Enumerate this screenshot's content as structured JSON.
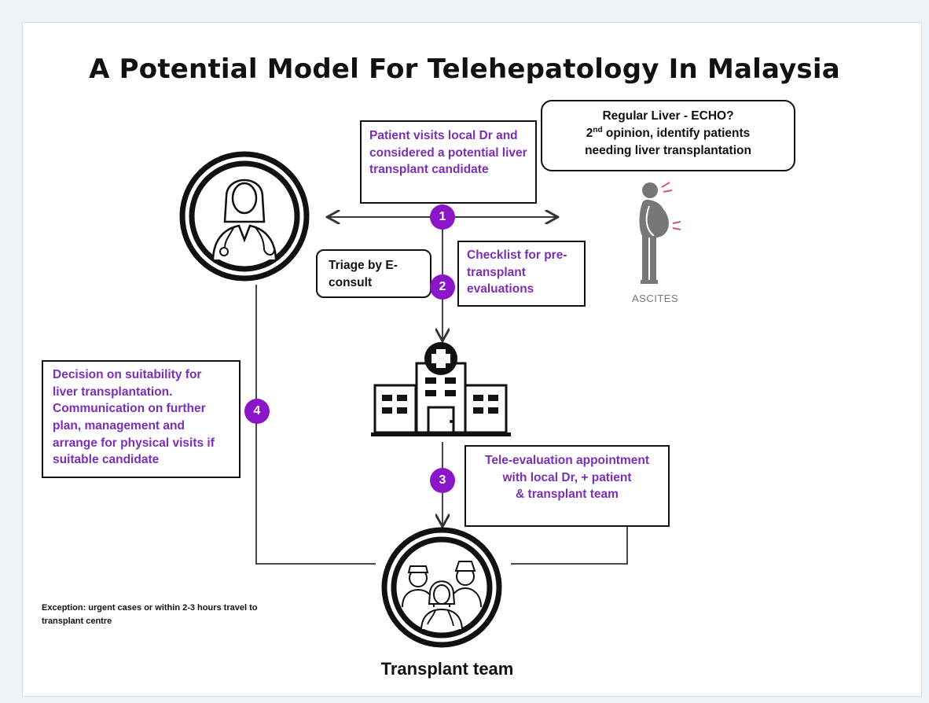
{
  "title": "A Potential Model For Telehepatology In Malaysia",
  "boxes": {
    "patient_visit": "Patient visits local Dr and considered a potential liver transplant candidate",
    "regular_line1": "Regular Liver - ECHO?",
    "regular_line2_num": "2",
    "regular_line2_sup": "nd",
    "regular_line2_rest": " opinion, identify patients",
    "regular_line3": "needing liver transplantation",
    "triage": "Triage by E-consult",
    "checklist": "Checklist for pre-transplant evaluations",
    "decision": "Decision on suitability for liver transplantation. Communication on further plan, management and arrange for physical visits  if suitable candidate",
    "tele_line1": "Tele-evaluation appointment",
    "tele_line2": "with local Dr, + patient",
    "tele_line3": "& transplant team"
  },
  "steps": [
    "1",
    "2",
    "3",
    "4"
  ],
  "labels": {
    "ascites": "ASCITES",
    "transplant_team": "Transplant team",
    "exception": "Exception: urgent cases or within 2-3 hours travel to transplant centre"
  },
  "colors": {
    "accent_purple": "#7a2fb8",
    "step_circle": "#8a16c7",
    "line": "#333333"
  },
  "icons": [
    "doctor-icon",
    "hospital-icon",
    "ascites-figure-icon",
    "transplant-team-icon"
  ]
}
